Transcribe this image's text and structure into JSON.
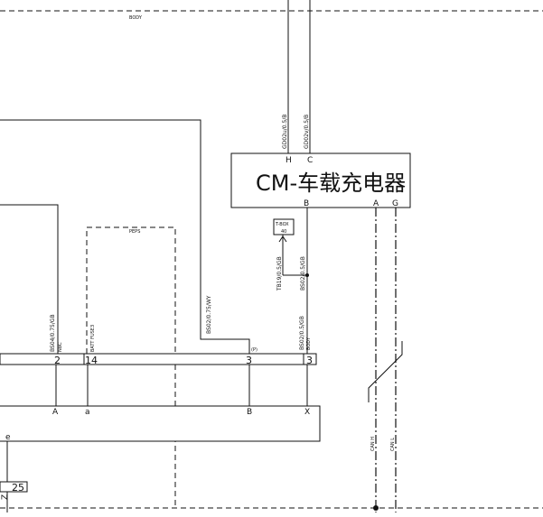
{
  "drawing": {
    "top_label": "BODY",
    "module_title": "CM-车载充电器",
    "module_pins_top": [
      "H",
      "C"
    ],
    "module_pins_bottom": [
      "B",
      "A",
      "G"
    ],
    "top_wires": [
      "GD02u/0.5/B",
      "GD02v/0.5/B"
    ],
    "tbox": {
      "name": "T-BOX",
      "pin": "40"
    },
    "tbox_wire": "TB19/0.5/GB",
    "b_wire": "BS02/0.5/GB",
    "dashed_box_label": "PEPS",
    "lower_wires": [
      {
        "label": "BS04/0.75/GB",
        "sub": "NBC"
      },
      {
        "label": "BATT FUSE3",
        "sub": ""
      },
      {
        "label": "BS02/0.75/WY",
        "sub": ""
      },
      {
        "label": "BS02/0.5/GB",
        "sub": "BODY"
      }
    ],
    "connector_pins": [
      "2",
      "14",
      "3",
      "3"
    ],
    "small_tag": "(P)",
    "bottom_pins": [
      "A",
      "a",
      "B",
      "X"
    ],
    "can_labels": [
      "CAN H",
      "CAN L"
    ],
    "left_bottom_num": "25",
    "left_bottom_pin": "e",
    "left_bottom_side": "Z"
  }
}
